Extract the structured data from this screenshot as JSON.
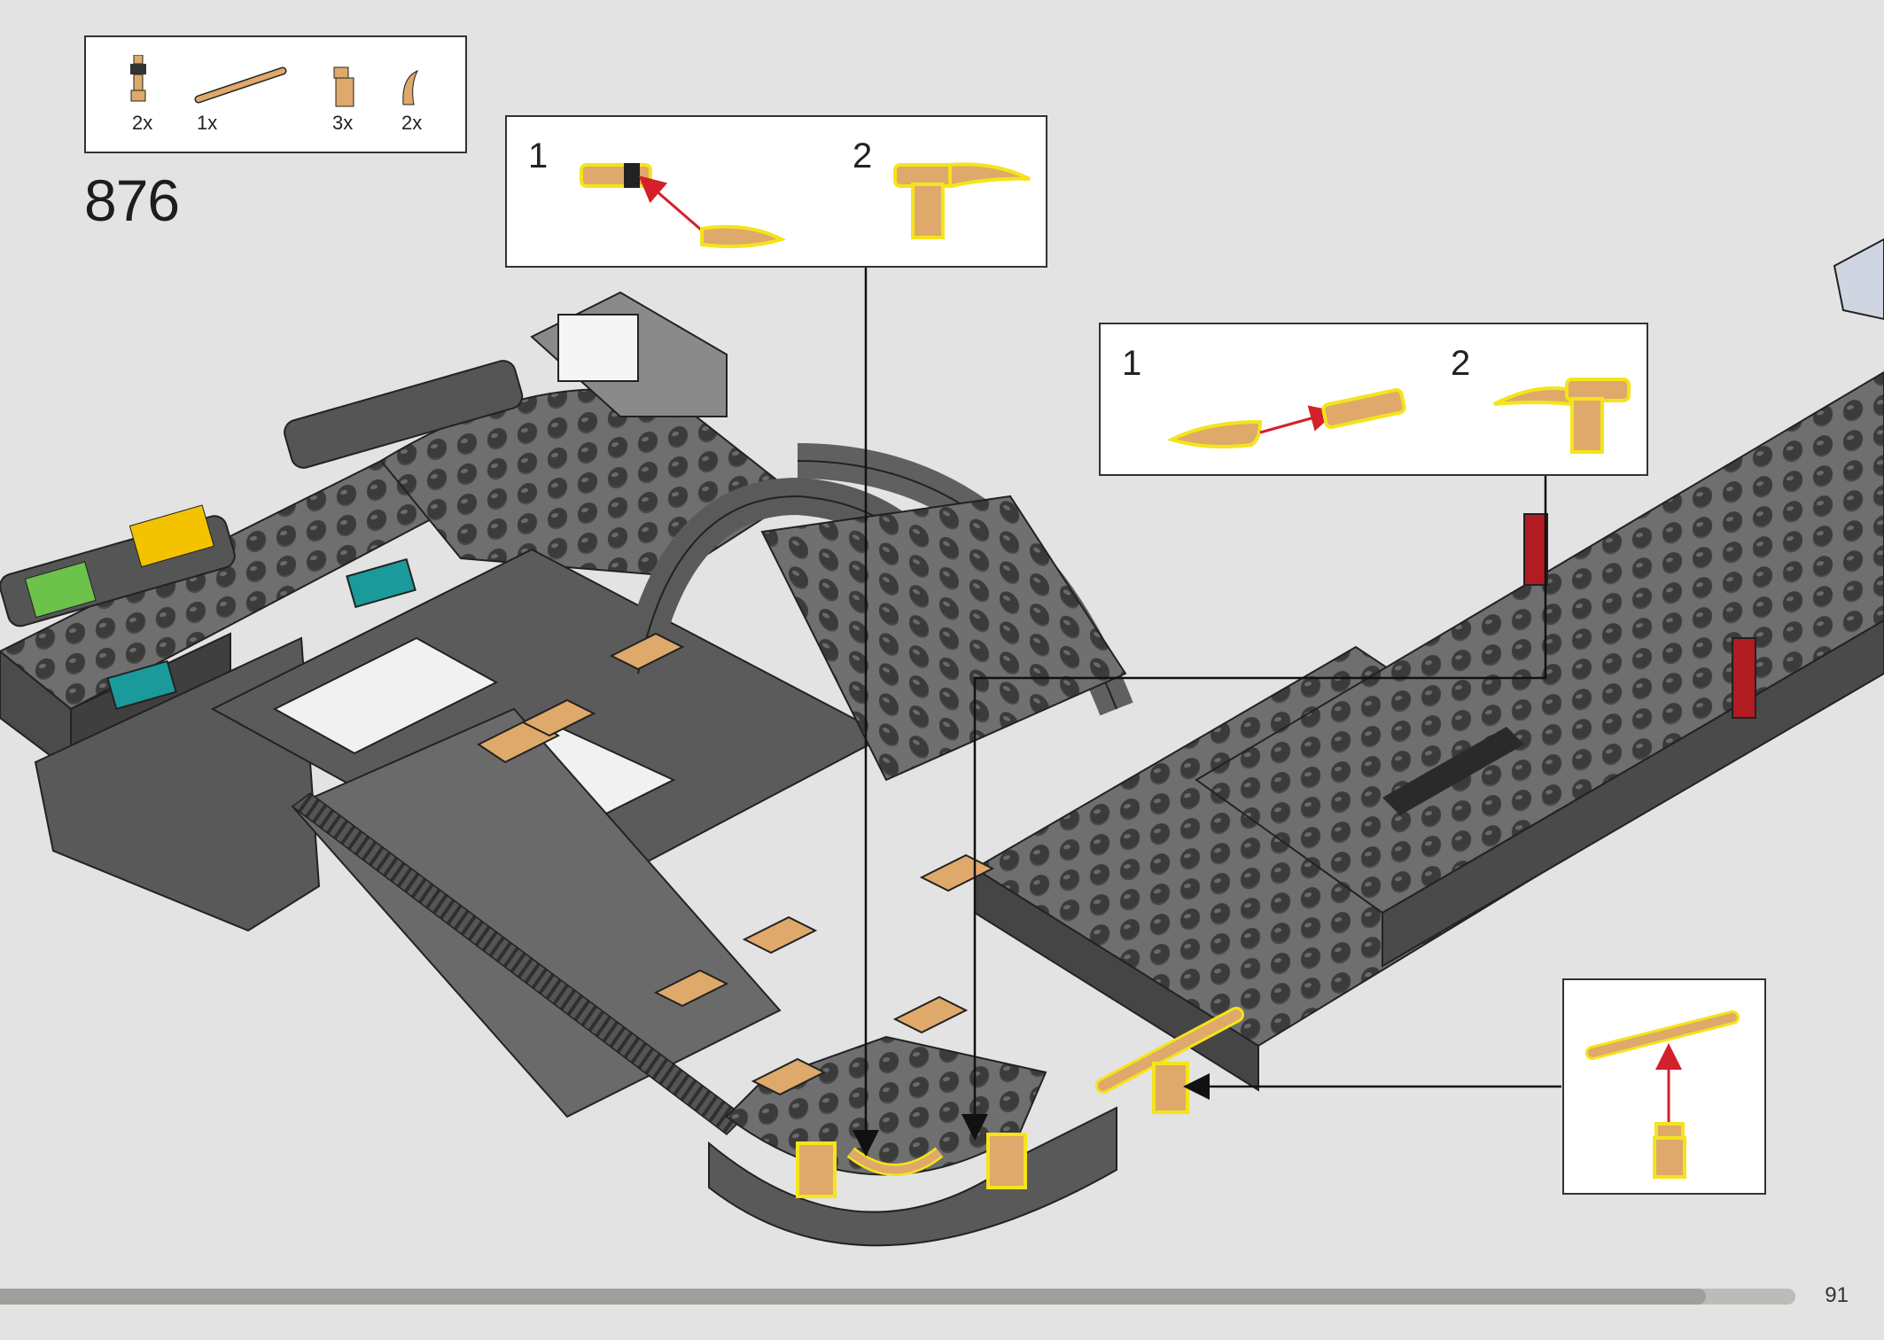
{
  "parts_list": {
    "items": [
      {
        "qty": "2x",
        "part": "bar-holder-with-clip-icon"
      },
      {
        "qty": "1x",
        "part": "bar-icon"
      },
      {
        "qty": "3x",
        "part": "clip-with-bar-icon"
      },
      {
        "qty": "2x",
        "part": "horn-tooth-icon"
      }
    ]
  },
  "step": {
    "number": "876"
  },
  "callouts": {
    "left": {
      "sub1": "1",
      "sub2": "2"
    },
    "right": {
      "sub1": "1",
      "sub2": "2"
    }
  },
  "footer": {
    "page_number": "91",
    "progress": 0.95
  },
  "colors": {
    "background": "#e3e3e3",
    "stud": "#565656",
    "plate_top": "#6f6f6f",
    "plate_side": "#4b4b4b",
    "tan": "#dea96a",
    "highlight": "#f4e41b",
    "arrow_red": "#d4202a"
  }
}
